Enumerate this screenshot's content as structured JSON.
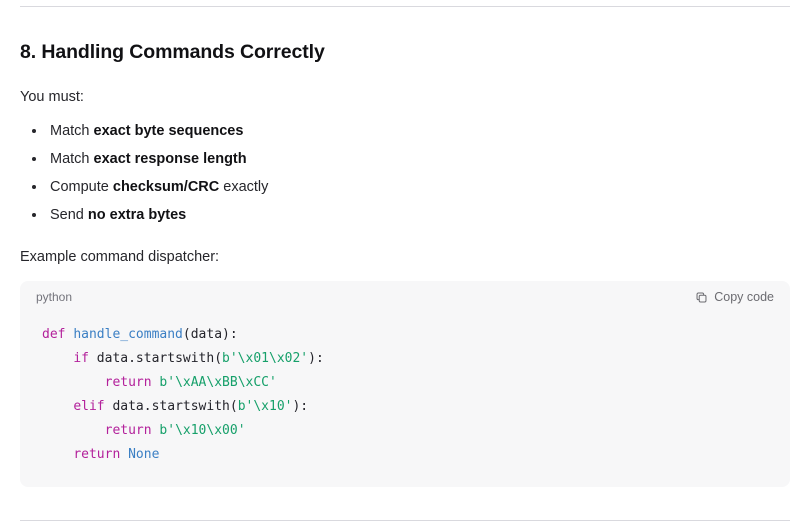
{
  "theme": {
    "page_bg": "#ffffff",
    "text": "#26262b",
    "heading": "#111114",
    "divider": "#d9d9de",
    "code_bg": "#f7f7f8",
    "code_muted": "#74747c",
    "keyword": "#b3219b",
    "function": "#3b7fc4",
    "string": "#16a06a",
    "constant": "#3b7fc4"
  },
  "section": {
    "title": "8. Handling Commands Correctly",
    "lead": "You must:",
    "requirements": [
      {
        "prefix": "Match ",
        "strong": "exact byte sequences",
        "suffix": ""
      },
      {
        "prefix": "Match ",
        "strong": "exact response length",
        "suffix": ""
      },
      {
        "prefix": "Compute ",
        "strong": "checksum/CRC",
        "suffix": " exactly"
      },
      {
        "prefix": "Send ",
        "strong": "no extra bytes",
        "suffix": ""
      }
    ],
    "example_caption": "Example command dispatcher:"
  },
  "code_block": {
    "language": "python",
    "copy_label": "Copy code",
    "copy_icon": "copy-icon",
    "lines": [
      [
        {
          "t": "def ",
          "c": "kw"
        },
        {
          "t": "handle_command",
          "c": "fn"
        },
        {
          "t": "(data):",
          "c": "plain"
        }
      ],
      [
        {
          "t": "    ",
          "c": "plain"
        },
        {
          "t": "if ",
          "c": "kw"
        },
        {
          "t": "data.startswith(",
          "c": "plain"
        },
        {
          "t": "b'\\x01\\x02'",
          "c": "str"
        },
        {
          "t": "):",
          "c": "plain"
        }
      ],
      [
        {
          "t": "        ",
          "c": "plain"
        },
        {
          "t": "return ",
          "c": "kw"
        },
        {
          "t": "b'\\xAA\\xBB\\xCC'",
          "c": "str"
        }
      ],
      [
        {
          "t": "    ",
          "c": "plain"
        },
        {
          "t": "elif ",
          "c": "kw"
        },
        {
          "t": "data.startswith(",
          "c": "plain"
        },
        {
          "t": "b'\\x10'",
          "c": "str"
        },
        {
          "t": "):",
          "c": "plain"
        }
      ],
      [
        {
          "t": "        ",
          "c": "plain"
        },
        {
          "t": "return ",
          "c": "kw"
        },
        {
          "t": "b'\\x10\\x00'",
          "c": "str"
        }
      ],
      [
        {
          "t": "    ",
          "c": "plain"
        },
        {
          "t": "return ",
          "c": "kw"
        },
        {
          "t": "None",
          "c": "const"
        }
      ]
    ]
  }
}
